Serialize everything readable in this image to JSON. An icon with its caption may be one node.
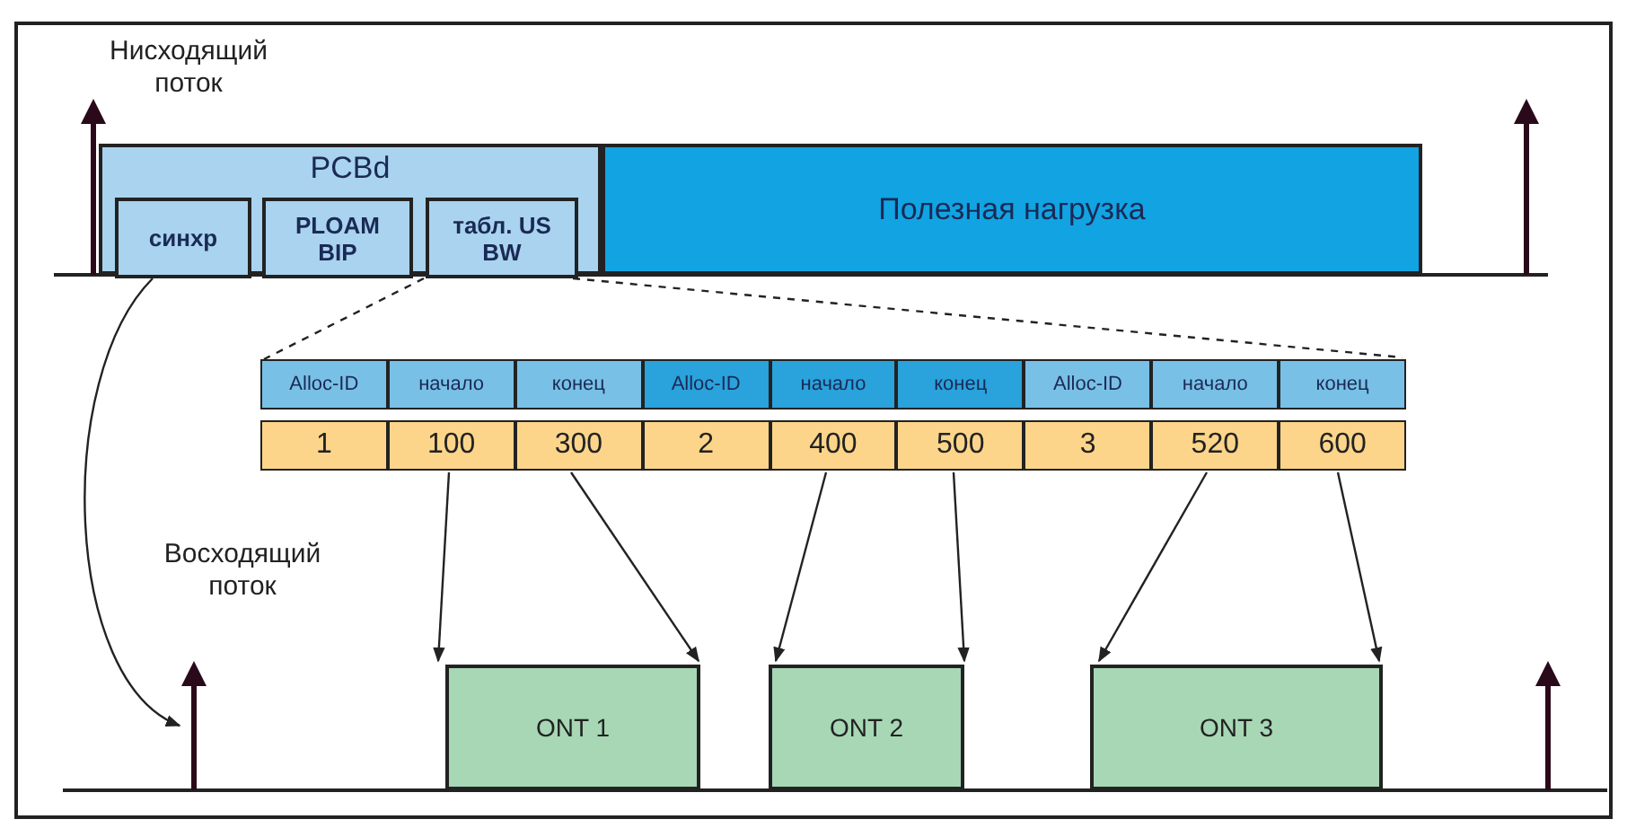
{
  "diagram": {
    "nodes": [
      {
        "text": [
          "PCBd"
        ]
      },
      {
        "text": [
          "синхр"
        ],
        "in": 0
      },
      {
        "text": [
          "PLOAM BIP"
        ],
        "in": 0
      },
      {
        "text": [
          "табл. US BW"
        ],
        "in": 0
      },
      {
        "text": [
          "Полезная нагрузка"
        ]
      },
      {
        "text": [],
        "shape": "box"
      },
      {
        "text": [
          "Alloc-ID"
        ],
        "in": 5
      },
      {
        "text": [
          "начало"
        ],
        "in": 5
      },
      {
        "text": [
          "конец"
        ],
        "in": 5
      },
      {
        "text": [
          "Alloc-ID"
        ],
        "in": 5
      },
      {
        "text": [
          "начало"
        ],
        "in": 5
      },
      {
        "text": [
          "конец"
        ],
        "in": 5
      },
      {
        "text": [
          "Alloc-ID"
        ],
        "in": 5
      },
      {
        "text": [
          "начало"
        ],
        "in": 5
      },
      {
        "text": [
          "конец"
        ],
        "in": 5
      },
      {
        "text": [
          "1"
        ],
        "in": 5
      },
      {
        "text": [
          "100"
        ],
        "in": 5
      },
      {
        "text": [
          "300"
        ],
        "in": 5
      },
      {
        "text": [
          "2"
        ],
        "in": 5
      },
      {
        "text": [
          "400"
        ],
        "in": 5
      },
      {
        "text": [
          "500"
        ],
        "in": 5
      },
      {
        "text": [
          "3"
        ],
        "in": 5
      },
      {
        "text": [
          "520"
        ],
        "in": 5
      },
      {
        "text": [
          "600"
        ],
        "in": 5
      },
      {
        "text": [
          "ONT 1"
        ]
      },
      {
        "text": [
          "ONT 2"
        ]
      },
      {
        "text": [
          "ONT 3"
        ]
      }
    ],
    "edges": [
      {
        "from": 1,
        "to": null,
        "arrow": "to"
      },
      {
        "from": 3,
        "to": 5,
        "arrow": "none",
        "style": "dashed"
      },
      {
        "from": 3,
        "to": 5,
        "arrow": "none",
        "style": "dashed"
      },
      {
        "from": 16,
        "to": 24,
        "arrow": "to"
      },
      {
        "from": 17,
        "to": 24,
        "arrow": "to"
      },
      {
        "from": 19,
        "to": 25,
        "arrow": "to"
      },
      {
        "from": 20,
        "to": 25,
        "arrow": "to"
      },
      {
        "from": 22,
        "to": 26,
        "arrow": "to"
      },
      {
        "from": 23,
        "to": 26,
        "arrow": "to"
      }
    ],
    "labels": [
      "Нисходящий поток",
      "Восходящий поток"
    ]
  }
}
